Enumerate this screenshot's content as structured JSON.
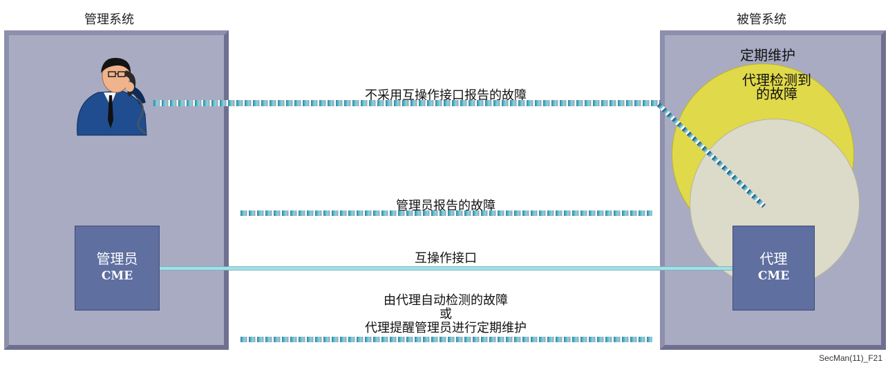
{
  "left_system": {
    "title": "管理系统"
  },
  "right_system": {
    "title": "被管系统",
    "periodic_maintenance": "定期维护",
    "agent_detected_line1": "代理检测到",
    "agent_detected_line2": "的故障"
  },
  "manager_cme": {
    "line1": "管理员",
    "line2": "CME"
  },
  "agent_cme": {
    "line1": "代理",
    "line2": "CME"
  },
  "channels": {
    "non_interop": "不采用互操作接口报告的故障",
    "manager_reported": "管理员报告的故障",
    "interop_interface": "互操作接口",
    "auto_line1": "由代理自动检测的故障",
    "auto_line2": "或",
    "auto_line3": "代理提醒管理员进行定期维护"
  },
  "footer": {
    "figure_id": "SecMan(11)_F21"
  },
  "colors": {
    "panel": "#a9abc3",
    "cme_box": "#5f6fa0",
    "yellow_circle": "#e0d94a",
    "inner_circle": "#dcdac8",
    "line_teal": "#5bb8c8"
  }
}
